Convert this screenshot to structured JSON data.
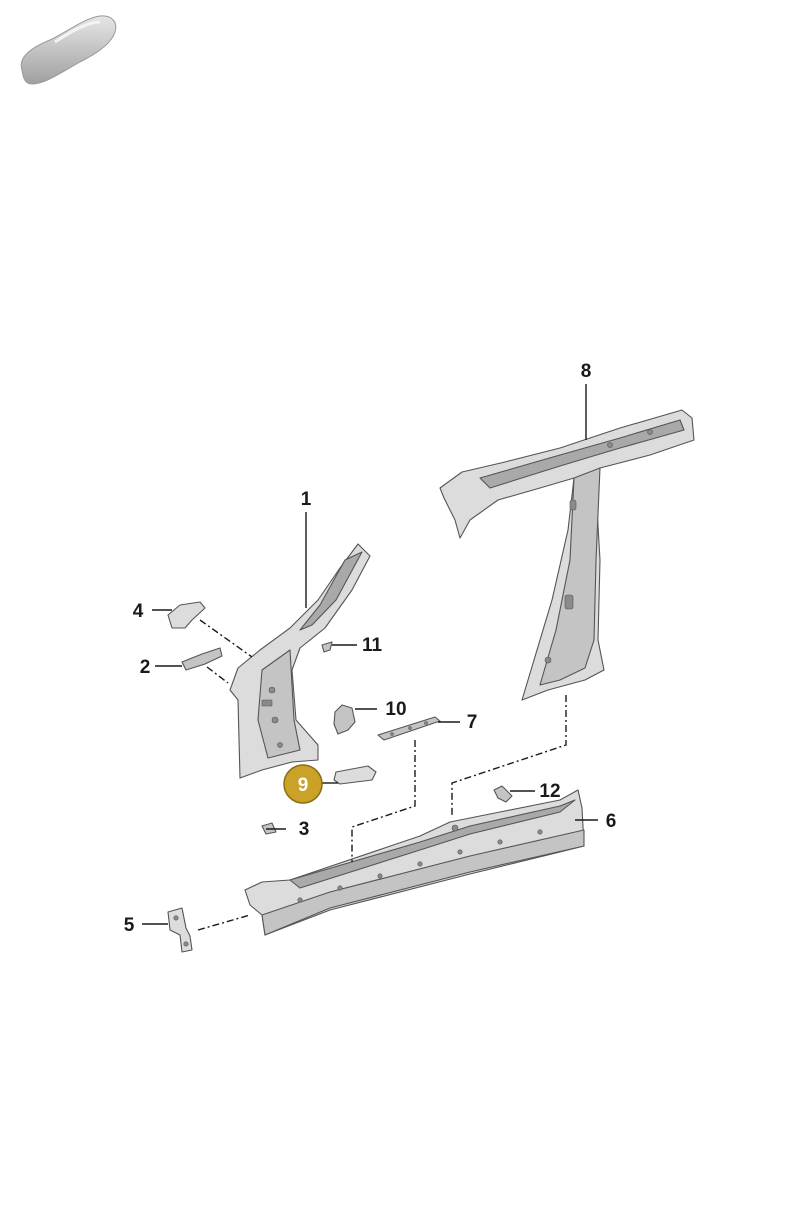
{
  "callouts": [
    {
      "id": "1",
      "label": "1"
    },
    {
      "id": "2",
      "label": "2"
    },
    {
      "id": "3",
      "label": "3"
    },
    {
      "id": "4",
      "label": "4"
    },
    {
      "id": "5",
      "label": "5"
    },
    {
      "id": "6",
      "label": "6"
    },
    {
      "id": "7",
      "label": "7"
    },
    {
      "id": "8",
      "label": "8"
    },
    {
      "id": "9",
      "label": "9"
    },
    {
      "id": "10",
      "label": "10"
    },
    {
      "id": "11",
      "label": "11"
    },
    {
      "id": "12",
      "label": "12"
    }
  ],
  "highlighted_callout": "9",
  "colors": {
    "highlight_fill": "#c9a227",
    "highlight_stroke": "#8a6d12",
    "line": "#1a1a1a",
    "part_light": "#dcdcdc",
    "part_mid": "#c4c4c4",
    "part_dark": "#a9a9a9"
  },
  "icons": [
    "car-silhouette-icon"
  ]
}
